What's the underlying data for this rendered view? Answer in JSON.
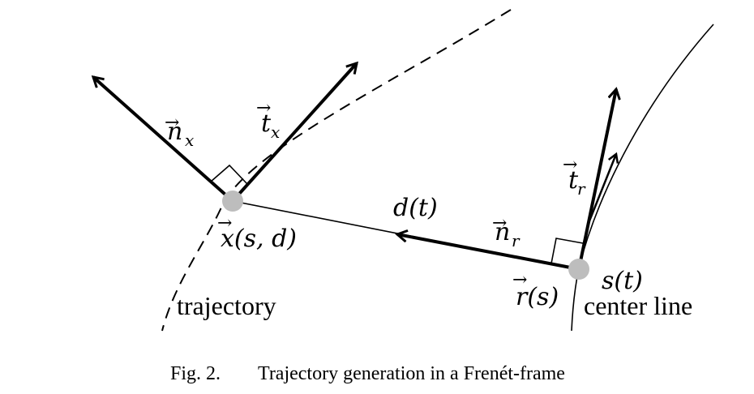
{
  "labels": {
    "n_x_base": "n",
    "n_x_sub": "x",
    "t_x_base": "t",
    "t_x_sub": "x",
    "x_sd": "x(s, d)",
    "d_t": "d(t)",
    "n_r_base": "n",
    "n_r_sub": "r",
    "t_r_base": "t",
    "t_r_sub": "r",
    "s_t": "s(t)",
    "r_s": "r(s)",
    "trajectory": "trajectory",
    "center_line": "center line"
  },
  "caption": {
    "fig_number": "Fig. 2.",
    "text": "Trajectory generation in a Frenét-frame"
  },
  "colors": {
    "ink": "#000000",
    "point": "#bdbdbd"
  }
}
